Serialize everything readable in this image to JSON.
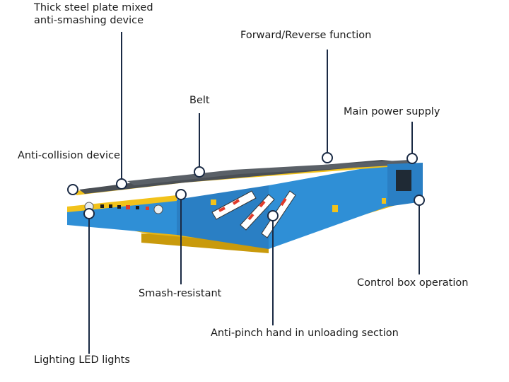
{
  "colors": {
    "body_blue": "#2f8fd6",
    "frame_yellow": "#f2c21a",
    "belt_gray": "#4a4f55",
    "callout_line": "#1a2a44",
    "warning_red": "#e03a2a"
  },
  "labels": {
    "steel_plate_line1": "Thick steel plate mixed",
    "steel_plate_line2": "anti-smashing device",
    "forward_reverse": "Forward/Reverse function",
    "belt": "Belt",
    "main_power": "Main power supply",
    "anti_collision": "Anti-collision device",
    "control_box": "Control box operation",
    "smash_resistant": "Smash-resistant",
    "anti_pinch": "Anti-pinch hand in unloading section",
    "led_lights": "Lighting LED lights"
  }
}
